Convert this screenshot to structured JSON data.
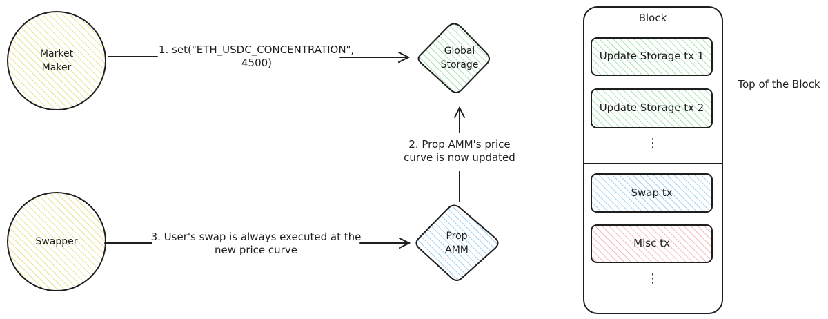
{
  "nodes": {
    "market_maker": {
      "line1": "Market",
      "line2": "Maker"
    },
    "swapper": {
      "label": "Swapper"
    },
    "global_storage": {
      "line1": "Global",
      "line2": "Storage"
    },
    "prop_amm": {
      "line1": "Prop",
      "line2": "AMM"
    }
  },
  "edges": {
    "set": {
      "line1": "1. set(\"ETH_USDC_CONCENTRATION\",",
      "line2": "4500)"
    },
    "updated": {
      "line1": "2. Prop AMM's price",
      "line2": "curve is now updated"
    },
    "swap": {
      "line1": "3. User's swap is always executed at the",
      "line2": "new price curve"
    }
  },
  "block": {
    "title": "Block",
    "txs": [
      "Update Storage tx 1",
      "Update Storage tx 2",
      "Swap tx",
      "Misc tx"
    ],
    "ellipsis": "⋮"
  },
  "top_label": "Top of the Block",
  "colors": {
    "yellow": "#f5eda0",
    "green": "#b2f2bb",
    "blue": "#a5d8ff",
    "red": "#ffc9c9",
    "stroke": "#1e1e1e"
  }
}
